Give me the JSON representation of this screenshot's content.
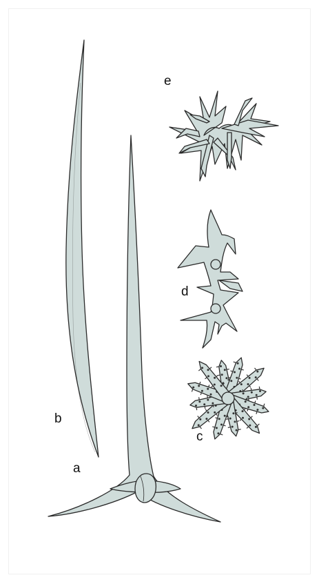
{
  "figure": {
    "labels": {
      "a": "a",
      "b": "b",
      "c": "c",
      "d": "d",
      "e": "e"
    }
  },
  "colors": {
    "spicule_fill": "#cfdcda",
    "outline": "#2a2a2a",
    "spine_dots": "#333333",
    "background": "#ffffff"
  },
  "elements": [
    {
      "id": "a",
      "description_shape": "triaene"
    },
    {
      "id": "b",
      "description_shape": "oxea"
    },
    {
      "id": "c",
      "description_shape": "spiny-aster"
    },
    {
      "id": "d",
      "description_shape": "spiny-rod"
    },
    {
      "id": "e",
      "description_shape": "branched-aster"
    }
  ]
}
